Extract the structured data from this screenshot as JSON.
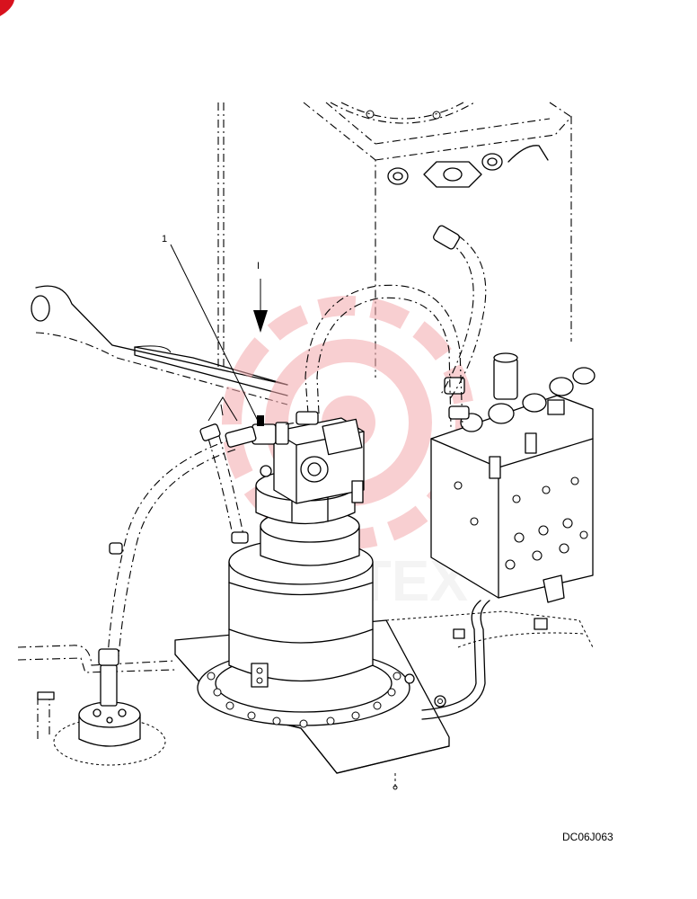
{
  "diagram": {
    "callout_number": "1",
    "view_marker": "I",
    "drawing_code": "DC06J063"
  },
  "watermark": {
    "text": "VIHTEX",
    "color": "#f4a9ad"
  }
}
